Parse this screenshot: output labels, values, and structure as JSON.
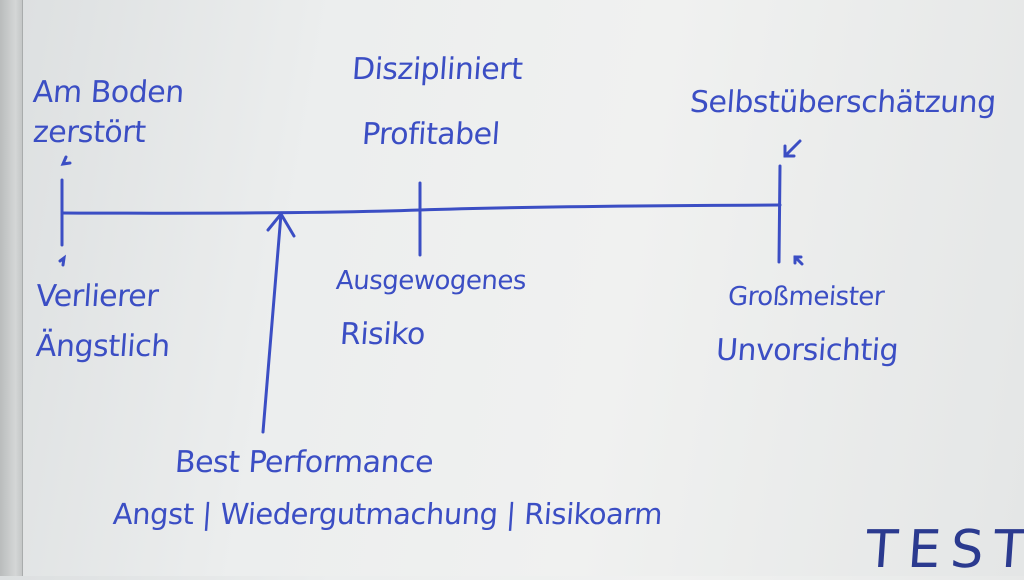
{
  "whiteboard": {
    "top_labels": {
      "left_line1": "Am Boden",
      "left_line2": "zerstört",
      "middle_line1": "Diszipliniert",
      "middle_line2": "Profitabel",
      "right": "Selbstüberschätzung"
    },
    "bottom_labels": {
      "left_line1": "Verlierer",
      "left_line2": "Ängstlich",
      "middle_line1": "Ausgewogenes",
      "middle_line2": "Risiko",
      "right_line1": "Großmeister",
      "right_line2": "Unvorsichtig"
    },
    "arrow_label_line1": "Best Performance",
    "arrow_label_line2": "Angst | Wiedergutmachung | Risikoarm",
    "corner_text": "TEST",
    "marker_color": "#3b4ec4"
  }
}
